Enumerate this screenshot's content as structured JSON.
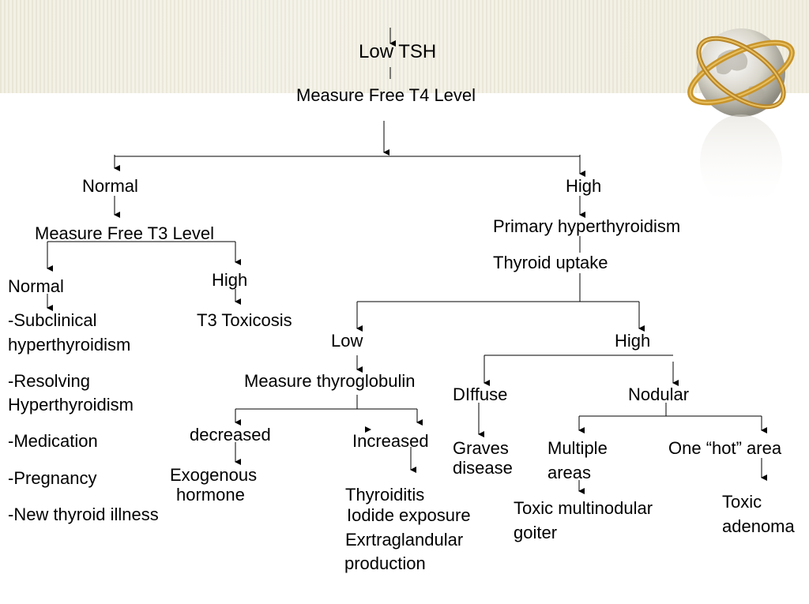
{
  "diagram": {
    "root": "Low TSH",
    "step1": "Measure Free T4 Level",
    "normal_branch": {
      "label": "Normal",
      "step": "Measure Free T3 Level",
      "normal": {
        "label": "Normal",
        "causes": [
          "-Subclinical",
          "hyperthyroidism",
          "-Resolving",
          "Hyperthyroidism",
          "-Medication",
          "-Pregnancy",
          "-New thyroid  illness"
        ]
      },
      "high": {
        "label": "High",
        "result": "T3 Toxicosis"
      }
    },
    "high_branch": {
      "label": "High",
      "diagnosis": "Primary hyperthyroidism",
      "test": "Thyroid uptake",
      "low": {
        "label": "Low",
        "step": "Measure thyroglobulin",
        "decreased": {
          "label": "decreased",
          "result_line1": "Exogenous",
          "result_line2": "hormone"
        },
        "increased": {
          "label": "Increased",
          "results": [
            "Thyroiditis",
            "Iodide exposure",
            "Exrtraglandular",
            "production"
          ]
        }
      },
      "high": {
        "label": "High",
        "diffuse": {
          "label": "DIffuse",
          "result_line1": "Graves",
          "result_line2": "disease"
        },
        "nodular": {
          "label": "Nodular",
          "multiple": {
            "label_line1": "Multiple",
            "label_line2": "areas",
            "result_line1": "Toxic multinodular",
            "result_line2": "goiter"
          },
          "one_hot": {
            "label": "One “hot” area",
            "result_line1": "Toxic",
            "result_line2": "adenoma"
          }
        }
      }
    }
  },
  "icons": {
    "globe": "globe-icon"
  },
  "colors": {
    "banner": "#ece9da",
    "line": "#000000",
    "globe_ring": "#c9952b"
  }
}
